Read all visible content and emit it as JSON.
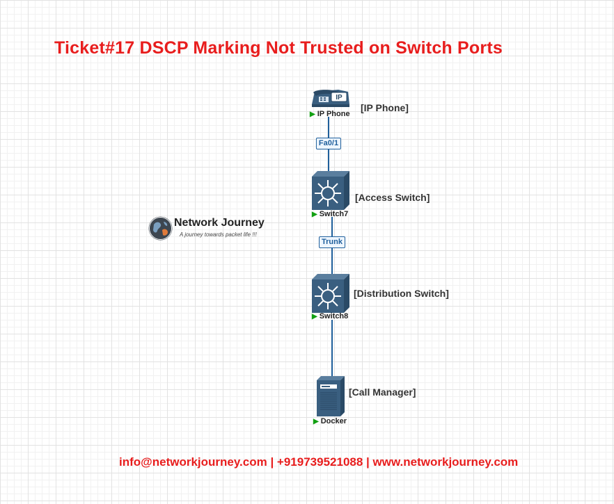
{
  "title": "Ticket#17 DSCP Marking Not Trusted on Switch Ports",
  "footer": "info@networkjourney.com | +919739521088 | www.networkjourney.com",
  "logo": {
    "name": "Network Journey",
    "tagline": "A journey towards packet life !!!"
  },
  "devices": {
    "ip_phone": {
      "label": "IP Phone",
      "role": "[IP Phone]",
      "icon": "ip-phone-icon"
    },
    "switch7": {
      "label": "Switch7",
      "role": "[Access Switch]",
      "icon": "layer3-switch-icon"
    },
    "switch8": {
      "label": "Switch8",
      "role": "[Distribution Switch]",
      "icon": "layer3-switch-icon"
    },
    "docker": {
      "label": "Docker",
      "role": "[Call Manager]",
      "icon": "server-icon"
    }
  },
  "links": {
    "phone_to_switch7": {
      "port": "Fa0/1"
    },
    "switch7_to_switch8": {
      "port": "Trunk"
    },
    "switch8_to_docker": {
      "port": ""
    }
  },
  "colors": {
    "title": "#e81d1d",
    "link": "#1f5f9b",
    "device": "#3a5f80",
    "running_indicator": "#12a012"
  }
}
